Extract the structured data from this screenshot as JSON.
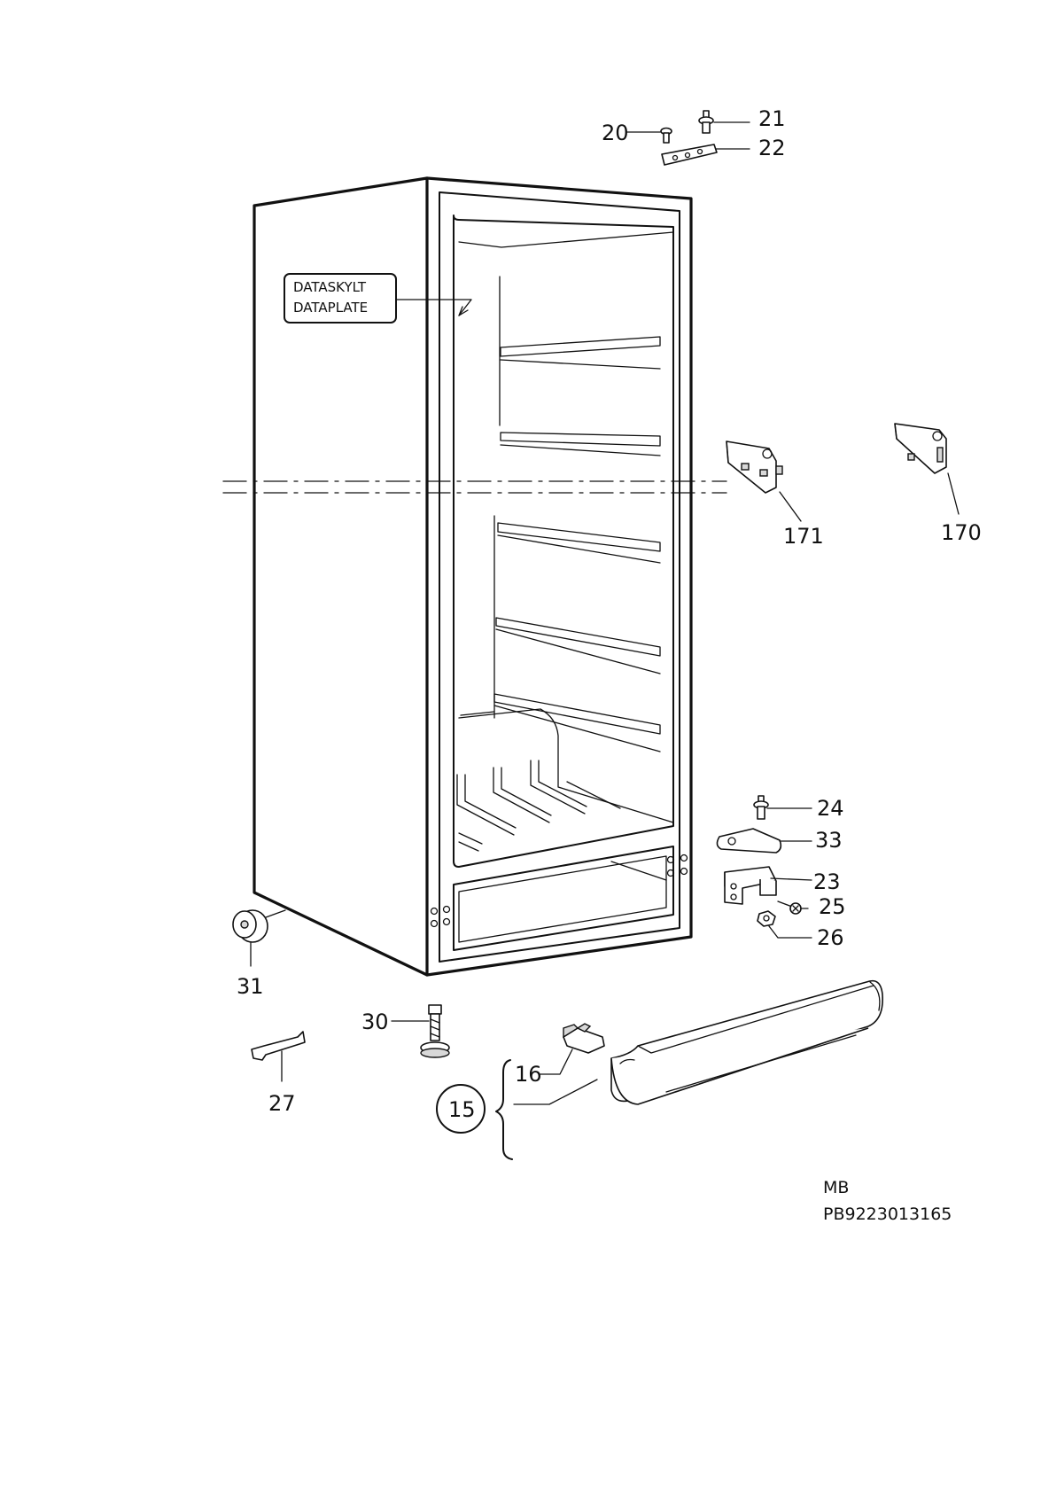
{
  "plate": {
    "line1": "DATASKYLT",
    "line2": "DATAPLATE"
  },
  "callouts": {
    "p20": "20",
    "p21": "21",
    "p22": "22",
    "p171": "171",
    "p170": "170",
    "p24": "24",
    "p33": "33",
    "p23": "23",
    "p25": "25",
    "p26": "26",
    "p31": "31",
    "p30": "30",
    "p27": "27",
    "p16": "16",
    "p15": "15"
  },
  "footer": {
    "code1": "MB",
    "code2": "PB9223013165"
  }
}
